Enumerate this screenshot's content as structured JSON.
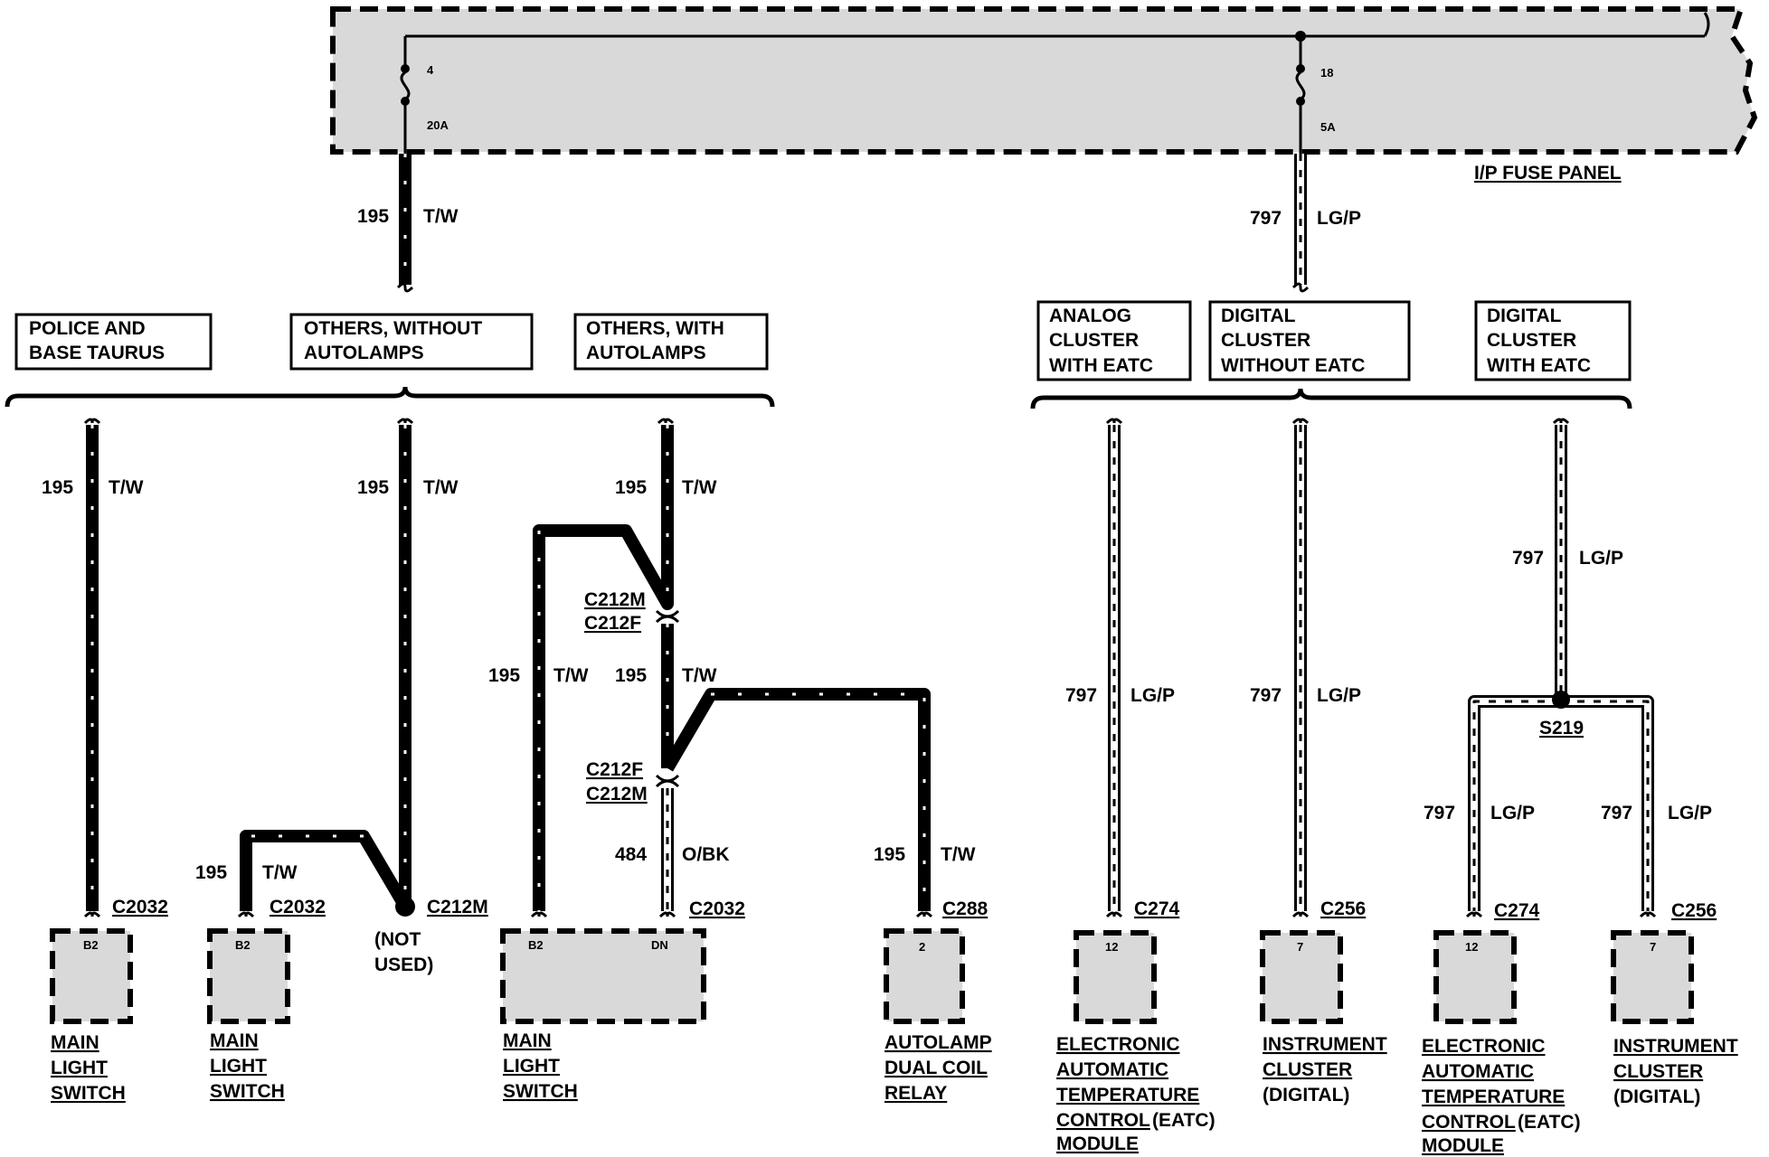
{
  "fuse_panel": {
    "label": "I/P FUSE PANEL",
    "fuse_left": {
      "number": "4",
      "rating": "20A"
    },
    "fuse_right": {
      "number": "18",
      "rating": "5A"
    }
  },
  "top_wires": {
    "left": {
      "circuit": "195",
      "color": "T/W"
    },
    "right": {
      "circuit": "797",
      "color": "LG/P"
    }
  },
  "groups": {
    "police": [
      "POLICE AND",
      "BASE TAURUS"
    ],
    "others_without": [
      "OTHERS, WITHOUT",
      "AUTOLAMPS"
    ],
    "others_with": [
      "OTHERS, WITH",
      "AUTOLAMPS"
    ],
    "analog_eatc": [
      "ANALOG",
      "CLUSTER",
      "WITH EATC"
    ],
    "digital_without": [
      "DIGITAL",
      "CLUSTER",
      "WITHOUT EATC"
    ],
    "digital_with": [
      "DIGITAL",
      "CLUSTER",
      "WITH EATC"
    ]
  },
  "wire_labels": {
    "w195": "195",
    "tw": "T/W",
    "w797": "797",
    "lgp": "LG/P",
    "w484": "484",
    "obk": "O/BK"
  },
  "connectors": {
    "c2032": "C2032",
    "c212m": "C212M",
    "c212f": "C212F",
    "c288": "C288",
    "c274": "C274",
    "c256": "C256",
    "s219": "S219",
    "not_used": [
      "(NOT",
      "USED)"
    ]
  },
  "pins": {
    "b2": "B2",
    "dn": "DN",
    "two": "2",
    "twelve": "12",
    "seven": "7"
  },
  "components": {
    "main_light_switch": [
      "MAIN",
      "LIGHT",
      "SWITCH"
    ],
    "autolamp_relay": [
      "AUTOLAMP",
      "DUAL COIL",
      "RELAY"
    ],
    "eatc_module": [
      "ELECTRONIC",
      "AUTOMATIC",
      "TEMPERATURE",
      "CONTROL",
      "(EATC)",
      "MODULE"
    ],
    "instrument_cluster": [
      "INSTRUMENT",
      "CLUSTER",
      "(DIGITAL)"
    ]
  }
}
